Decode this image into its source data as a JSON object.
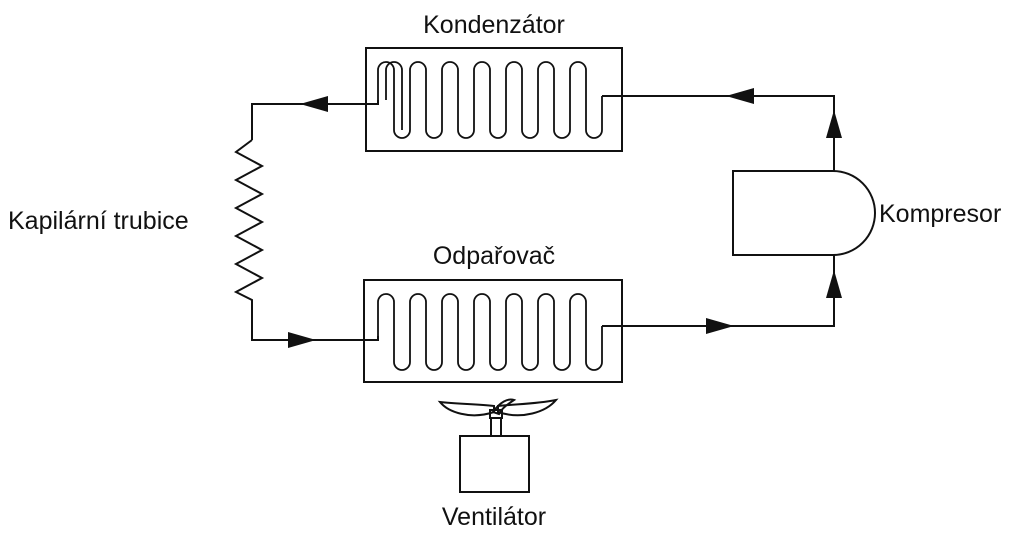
{
  "labels": {
    "condenser": "Kondenzátor",
    "evaporator": "Odpařovač",
    "capillary": "Kapilární trubice",
    "compressor": "Kompresor",
    "fan": "Ventilátor"
  },
  "colors": {
    "line": "#111111",
    "background": "#ffffff"
  }
}
